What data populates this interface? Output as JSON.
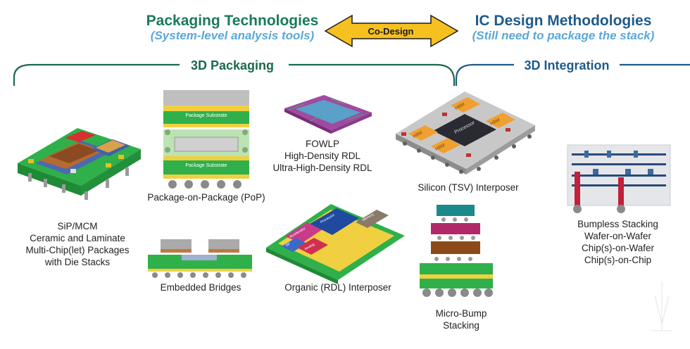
{
  "header": {
    "left_title": "Packaging Technologies",
    "left_subtitle": "(System-level analysis tools)",
    "right_title": "IC Design Methodologies",
    "right_subtitle": "(Still need to package the stack)",
    "arrow_label": "Co-Design"
  },
  "sections": {
    "left": "3D Packaging",
    "right": "3D Integration"
  },
  "items": {
    "sip": [
      "SiP/MCM",
      "Ceramic and Laminate",
      "Multi-Chip(let) Packages",
      "with Die Stacks"
    ],
    "pop": "Package-on-Package (PoP)",
    "pop_substrate": "Package Substrate",
    "fowlp": [
      "FOWLP",
      "High-Density RDL",
      "Ultra-High-Density RDL"
    ],
    "silicon_interposer": "Silicon (TSV) Interposer",
    "hbm": "HBM",
    "processor": "Processor",
    "embedded_bridges": "Embedded Bridges",
    "organic_interposer": "Organic (RDL) Interposer",
    "organic_blocks": [
      "Accelerator",
      "Processor",
      "Memory",
      "Analog",
      "RF"
    ],
    "microbump": [
      "Micro-Bump",
      "Stacking"
    ],
    "bumpless": [
      "Bumpless Stacking",
      "Wafer-on-Wafer",
      "Chip(s)-on-Wafer",
      "Chip(s)-on-Chip"
    ]
  },
  "colors": {
    "green_title": "#1a7a5a",
    "blue_title": "#1f5a8a",
    "subtitle": "#5aa8d8",
    "arrow_fill": "#f5c020",
    "pcb_green": "#33b24a"
  }
}
